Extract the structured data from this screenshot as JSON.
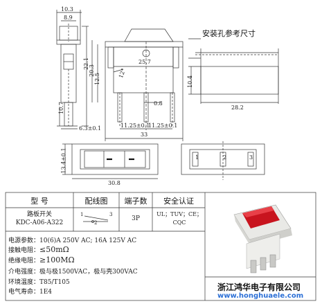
{
  "mount_hole_label": "安装孔参考尺寸",
  "dimensions": {
    "top_w1": "10.3",
    "top_w2": "8.9",
    "side_h1": "22.1",
    "side_h2": "20.3",
    "side_h3": "12.5",
    "side_h4": "10.7",
    "body_w": "25.7",
    "angle": "12°",
    "pin_w": "0.8",
    "pin_off": "6.3±0.1",
    "pitch1": "11.25±0.1",
    "pitch2": "11.25±0.1",
    "total_w": "33",
    "hole_h": "10.4",
    "hole_w": "28.2",
    "front_h": "13.4±0.1",
    "front_w": "30.8",
    "pin_labels": [
      "1",
      "2",
      "3"
    ]
  },
  "table": {
    "headers": [
      "型  号",
      "配线图",
      "端子数",
      "安全认证"
    ],
    "model_line1": "路板开关",
    "model_line2": "KDC-A06-A322",
    "wiring": {
      "n1": "1",
      "n2": "2",
      "n3": "3"
    },
    "terminals": "3P",
    "cert_line1": "UL；TUV；CE；",
    "cert_line2": "CQC"
  },
  "specs": [
    {
      "label": "电源参数：",
      "value": "10(6)A 250V AC; 16A 125V AC"
    },
    {
      "label": "接触电阻：",
      "value": "≤50mΩ"
    },
    {
      "label": "绝缘电阻：",
      "value": "≥100MΩ"
    },
    {
      "label": "介电强度：",
      "value": "极与极1500VAC，极与壳300VAC"
    },
    {
      "label": "环境温度：",
      "value": "T85/T105"
    },
    {
      "label": "电气寿命：",
      "value": "1E4"
    }
  ],
  "company": "浙江鸿华电子有限公司",
  "url": "www.honghuaele.com",
  "colors": {
    "rocker": "#c8141e",
    "body": "#f4f4f2",
    "line": "#333333",
    "url": "#2b6fd6"
  }
}
